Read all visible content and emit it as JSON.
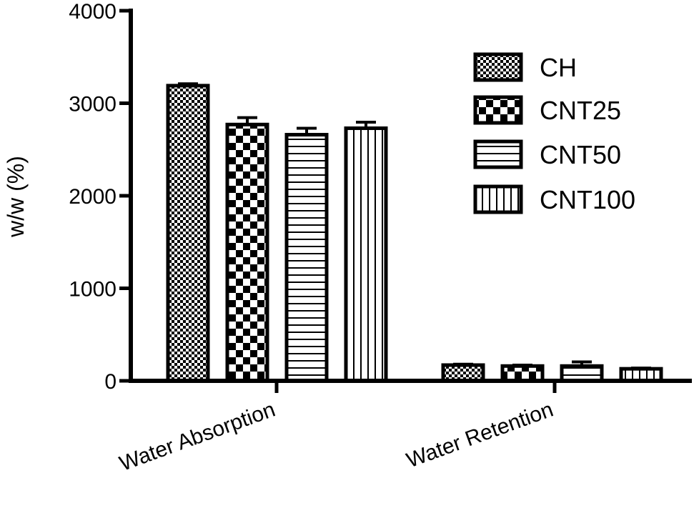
{
  "chart_data": {
    "type": "bar",
    "categories": [
      "Water Absorption",
      "Water Retention"
    ],
    "ylabel": "w/w (%)",
    "ylim": [
      0,
      4000
    ],
    "yticks": [
      0,
      1000,
      2000,
      3000,
      4000
    ],
    "grid": false,
    "legend_position": "top-right",
    "series": [
      {
        "name": "CH",
        "pattern": "fine-checker",
        "values": [
          3190,
          170
        ],
        "errors": [
          20,
          10
        ]
      },
      {
        "name": "CNT25",
        "pattern": "checker",
        "values": [
          2770,
          160
        ],
        "errors": [
          75,
          10
        ]
      },
      {
        "name": "CNT50",
        "pattern": "horizontal-lines",
        "values": [
          2660,
          160
        ],
        "errors": [
          70,
          45
        ]
      },
      {
        "name": "CNT100",
        "pattern": "vertical-lines",
        "values": [
          2730,
          130
        ],
        "errors": [
          65,
          8
        ]
      }
    ]
  }
}
